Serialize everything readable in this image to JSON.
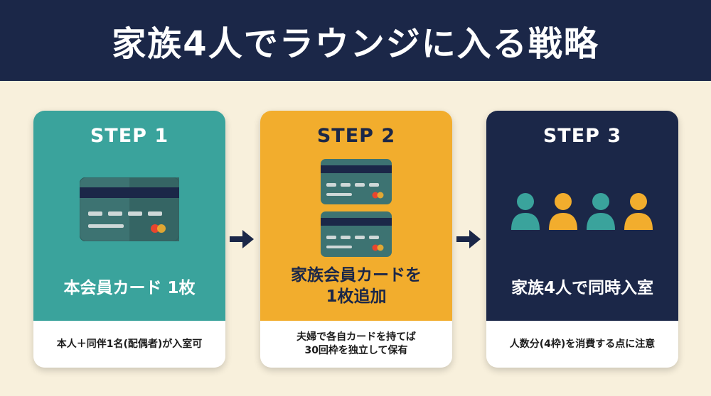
{
  "header": {
    "title": "家族4人でラウンジに入る戦略"
  },
  "steps": [
    {
      "label": "STEP 1",
      "main_text": "本会員カード 1枚",
      "note": "本人＋同伴1名(配偶者)が入室可"
    },
    {
      "label": "STEP 2",
      "main_text_line1": "家族会員カードを",
      "main_text_line2": "1枚追加",
      "note_line1": "夫婦で各自カードを持てば",
      "note_line2": "30回枠を独立して保有"
    },
    {
      "label": "STEP 3",
      "main_text": "家族4人で同時入室",
      "note": "人数分(4枠)を消費する点に注意"
    }
  ],
  "colors": {
    "navy": "#1b2748",
    "teal": "#3aa39c",
    "amber": "#f2ad2d",
    "cream": "#f8f0dc"
  }
}
